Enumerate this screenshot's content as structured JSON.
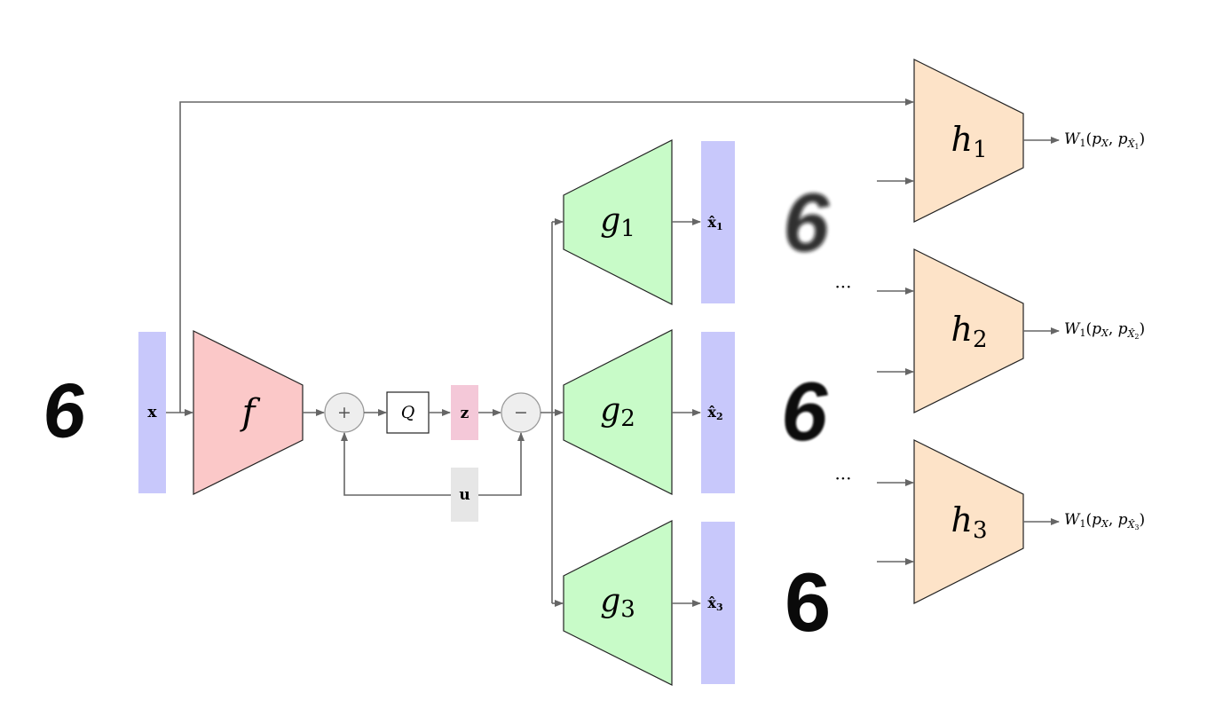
{
  "inputs": {
    "x": "x",
    "u": "u"
  },
  "encoder": {
    "label": "f"
  },
  "ops": {
    "plus": "+",
    "minus": "−",
    "quantizer": "Q"
  },
  "latent": {
    "z": "z"
  },
  "decoders": [
    {
      "name": "g",
      "sub": "1",
      "output_label": "x̂",
      "output_sub": "1"
    },
    {
      "name": "g",
      "sub": "2",
      "output_label": "x̂",
      "output_sub": "2"
    },
    {
      "name": "g",
      "sub": "3",
      "output_label": "x̂",
      "output_sub": "3"
    }
  ],
  "critics": [
    {
      "name": "h",
      "sub": "1",
      "output": {
        "w": "W",
        "ws": "1",
        "open": "(",
        "pX": "p",
        "pXs": "X",
        "comma": ", ",
        "p": "p",
        "xhat": "X̂",
        "xhs": "1",
        "close": ")"
      }
    },
    {
      "name": "h",
      "sub": "2",
      "output": {
        "w": "W",
        "ws": "1",
        "open": "(",
        "pX": "p",
        "pXs": "X",
        "comma": ", ",
        "p": "p",
        "xhat": "X̂",
        "xhs": "2",
        "close": ")"
      }
    },
    {
      "name": "h",
      "sub": "3",
      "output": {
        "w": "W",
        "ws": "1",
        "open": "(",
        "pX": "p",
        "pXs": "X",
        "comma": ", ",
        "p": "p",
        "xhat": "X̂",
        "xhs": "3",
        "close": ")"
      }
    }
  ],
  "ellipsis": "···",
  "digit_images": {
    "input": "6",
    "recon1": "6",
    "recon2": "6",
    "recon3": "6"
  },
  "colors": {
    "input_bar": "#c8c8fb",
    "encoder": "#fbc8c8",
    "decoder": "#c8fbc8",
    "critic": "#fde3c8",
    "z_box": "#f4c8d8",
    "u_box": "#e6e6e6",
    "op_circle": "#eeeeee",
    "arrow": "#666666"
  }
}
